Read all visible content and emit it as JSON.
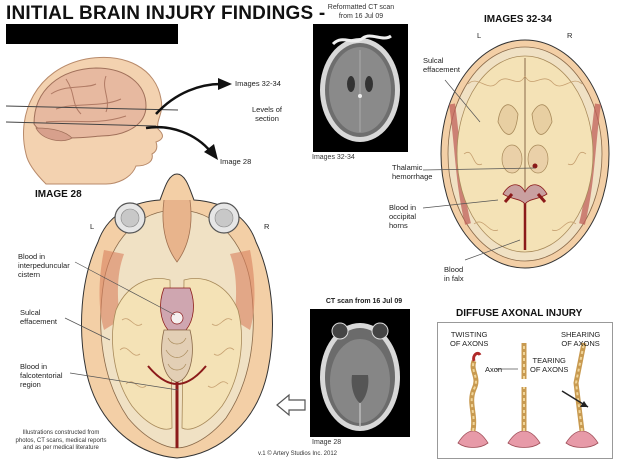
{
  "title": "INITIAL BRAIN INJURY FINDINGS -",
  "top_ct": {
    "caption": "Reformatted CT scan\nfrom 16 Jul 09",
    "image_label": "Images 32-34"
  },
  "bottom_ct": {
    "caption": "CT scan from 16 Jul 09",
    "image_label": "Image 28"
  },
  "head_diagram": {
    "images_label": "Images 32-34",
    "levels_label": "Levels of\nsection",
    "image28_label": "Image 28"
  },
  "right_section": {
    "header": "IMAGES 32-34",
    "L": "L",
    "R": "R",
    "labels": {
      "sulcal": "Sulcal\neffacement",
      "thalamic": "Thalamic\nhemorrhage",
      "occipital": "Blood in\noccipital\nhorns",
      "falx": "Blood\nin falx"
    }
  },
  "left_section": {
    "header": "IMAGE 28",
    "L": "L",
    "R": "R",
    "labels": {
      "interpeduncular": "Blood in\ninterpeduncular\ncistern",
      "sulcal": "Sulcal\neffacement",
      "falcotentorial": "Blood in\nfalcotentorial\nregion"
    }
  },
  "footnote": "Illustrations constructed from\nphotos, CT scans, medical reports\nand as per medical literature",
  "copyright": "v.1 © Artery Studios Inc. 2012",
  "dai": {
    "header": "DIFFUSE AXONAL INJURY",
    "twisting": "TWISTING\nOF AXONS",
    "shearing": "SHEARING\nOF AXONS",
    "tearing": "TEARING\nOF AXONS",
    "axon": "Axon"
  },
  "colors": {
    "skin": "#f3cfa6",
    "brain": "#f4e2b6",
    "scalp": "#e6a689",
    "blood": "#8b1a1a",
    "outline": "#333333"
  }
}
